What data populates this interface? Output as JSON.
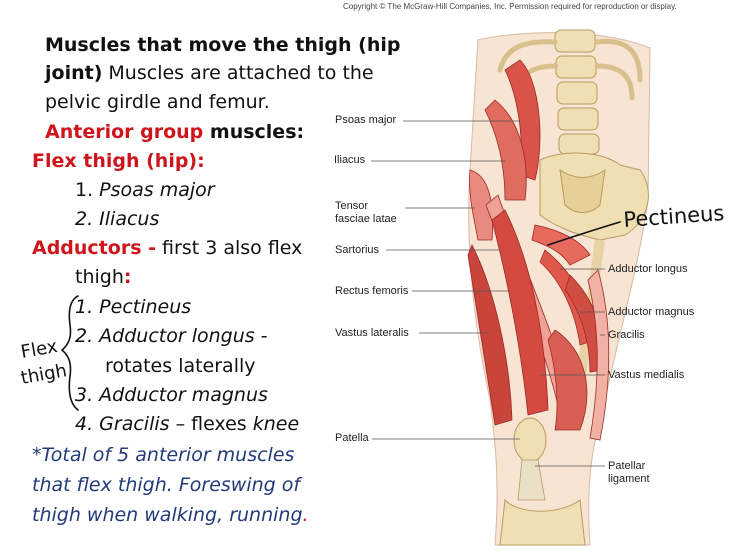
{
  "copyright": "Copyright © The McGraw-Hill Companies, Inc. Permission required for reproduction or display.",
  "slide": {
    "line1_bold": "Muscles that move the thigh (hip",
    "line2_bold": "joint)",
    "line2_rest": " Muscles are attached to the",
    "line3": "pelvic girdle and femur.",
    "anterior_red": "Anterior group",
    "anterior_black": " muscles:",
    "flex_heading": "Flex thigh (hip):",
    "flex_items": [
      "1. ",
      "Psoas major",
      "2. Iliacus"
    ],
    "adductors_red": "Adductors -",
    "adductors_rest": " first 3 also flex",
    "adductors_cont": "thigh",
    "adductors_colon": ":",
    "item1": "1. Pectineus",
    "item2": "2. Adductor longus",
    "item2_dash": " -",
    "item2_cont": "rotates laterally",
    "item3": "3. Adductor magnus",
    "item4_a": "4. Gracilis",
    "item4_b": " – flexes ",
    "item4_c": "knee",
    "note1": "*Total of 5 anterior muscles",
    "note2": "that flex thigh. Foreswing of",
    "note3": "thigh when walking, running",
    "note3_period": "."
  },
  "handwriting": {
    "pectineus": "Pectineus",
    "flex": "Flex",
    "thigh": "thigh"
  },
  "figure_labels_left": [
    "Psoas major",
    "Iliacus",
    "Tensor fasciae latae",
    "Sartorius",
    "Rectus femoris",
    "Vastus lateralis",
    "Patella"
  ],
  "figure_labels_right": [
    "Adductor longus",
    "Adductor magnus",
    "Gracilis",
    "Vastus medialis",
    "Patellar ligament"
  ],
  "colors": {
    "red": "#d0141c",
    "blue": "#233a7a",
    "muscle": "#d9534a",
    "bone": "#f1dfb4"
  }
}
